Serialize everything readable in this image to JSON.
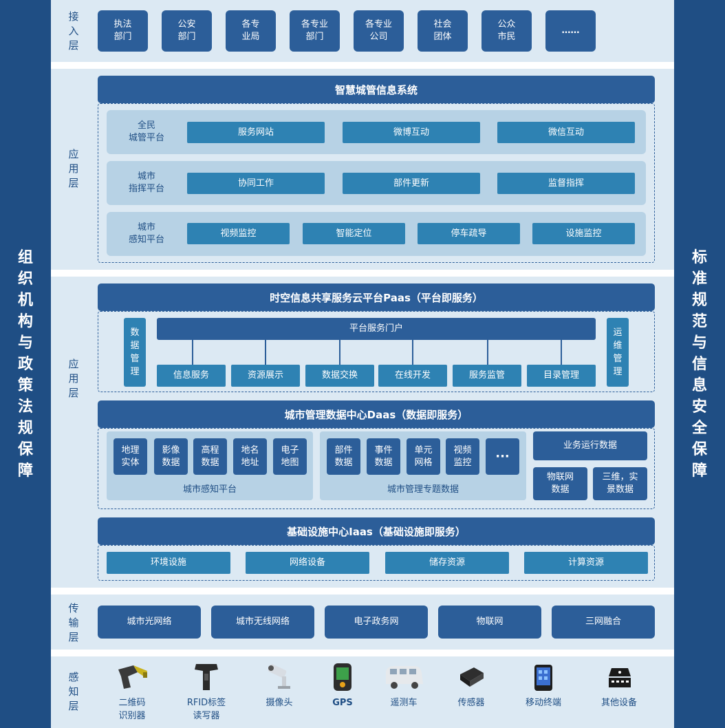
{
  "left_bar": "组织机构与政策法规保障",
  "right_bar": "标准规范与信息安全保障",
  "access_layer": {
    "label": "接入层",
    "items": [
      "执法\n部门",
      "公安\n部门",
      "各专\n业局",
      "各专业\n部门",
      "各专业\n公司",
      "社会\n团体",
      "公众\n市民",
      "……"
    ]
  },
  "app_layer": {
    "label": "应用层",
    "title": "智慧城管信息系统",
    "rows": [
      {
        "name": "全民\n城管平台",
        "items": [
          "服务网站",
          "微博互动",
          "微信互动"
        ]
      },
      {
        "name": "城市\n指挥平台",
        "items": [
          "协同工作",
          "部件更新",
          "监督指挥"
        ]
      },
      {
        "name": "城市\n感知平台",
        "items": [
          "视频监控",
          "智能定位",
          "停车疏导",
          "设施监控"
        ]
      }
    ]
  },
  "platform_layer": {
    "label": "应用层",
    "paas": {
      "title": "时空信息共享服务云平台Paas（平台即服务）",
      "left_vertical": "数据管理",
      "right_vertical": "运维管理",
      "portal": "平台服务门户",
      "services": [
        "信息服务",
        "资源展示",
        "数据交换",
        "在线开发",
        "服务监管",
        "目录管理"
      ]
    },
    "daas": {
      "title": "城市管理数据中心Daas（数据即服务）",
      "group1": {
        "caption": "城市感知平台",
        "items": [
          "地理\n实体",
          "影像\n数据",
          "高程\n数据",
          "地名\n地址",
          "电子\n地图"
        ]
      },
      "group2": {
        "caption": "城市管理专题数据",
        "items": [
          "部件\n数据",
          "事件\n数据",
          "单元\n网格",
          "视频\n监控",
          "···"
        ]
      },
      "business": "业务运行数据",
      "iot": "物联网\n数据",
      "realscene": "三维，实\n景数据"
    },
    "iaas": {
      "title": "基础设施中心Iaas（基础设施即服务）",
      "items": [
        "环境设施",
        "网络设备",
        "储存资源",
        "计算资源"
      ]
    }
  },
  "transport_layer": {
    "label": "传输层",
    "items": [
      "城市光网络",
      "城市无线网络",
      "电子政务网",
      "物联网",
      "三网融合"
    ]
  },
  "sensing_layer": {
    "label": "感知层",
    "devices": [
      {
        "icon": "barcode-scanner-icon",
        "label": "二维码\n识别器"
      },
      {
        "icon": "rfid-reader-icon",
        "label": "RFID标签\n读写器"
      },
      {
        "icon": "camera-icon",
        "label": "摄像头"
      },
      {
        "icon": "gps-icon",
        "label": "GPS"
      },
      {
        "icon": "survey-car-icon",
        "label": "遥测车"
      },
      {
        "icon": "sensor-icon",
        "label": "传感器"
      },
      {
        "icon": "mobile-terminal-icon",
        "label": "移动终端"
      },
      {
        "icon": "other-device-icon",
        "label": "其他设备"
      }
    ]
  },
  "colors": {
    "dark_blue": "#1f4e84",
    "box_blue": "#2c5e99",
    "light_blue": "#2e82b3",
    "band": "#dce9f3",
    "panel": "#b7d2e5"
  }
}
